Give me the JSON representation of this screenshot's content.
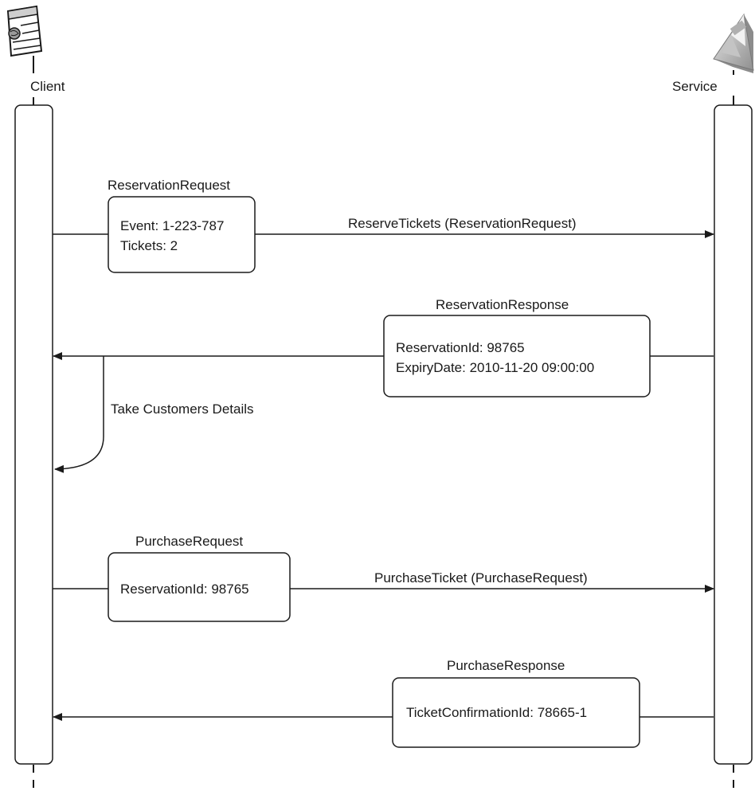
{
  "participants": {
    "client": {
      "label": "Client",
      "icon": "web-page-globe-icon"
    },
    "service": {
      "label": "Service",
      "icon": "service-triangle-icon"
    }
  },
  "messages": {
    "reserve": {
      "type_label": "ReservationRequest",
      "fields": [
        "Event: 1-223-787",
        "Tickets: 2"
      ],
      "call_label": "ReserveTickets (ReservationRequest)"
    },
    "reservation_response": {
      "type_label": "ReservationResponse",
      "fields": [
        "ReservationId: 98765",
        "ExpiryDate: 2010-11-20 09:00:00"
      ]
    },
    "self_step": {
      "label": "Take Customers Details"
    },
    "purchase": {
      "type_label": "PurchaseRequest",
      "fields": [
        "ReservationId: 98765"
      ],
      "call_label": "PurchaseTicket (PurchaseRequest)"
    },
    "purchase_response": {
      "type_label": "PurchaseResponse",
      "fields": [
        "TicketConfirmationId: 78665-1"
      ]
    }
  },
  "colors": {
    "line": "#1a1a1a",
    "icon_gray": "#a9a9a9"
  }
}
